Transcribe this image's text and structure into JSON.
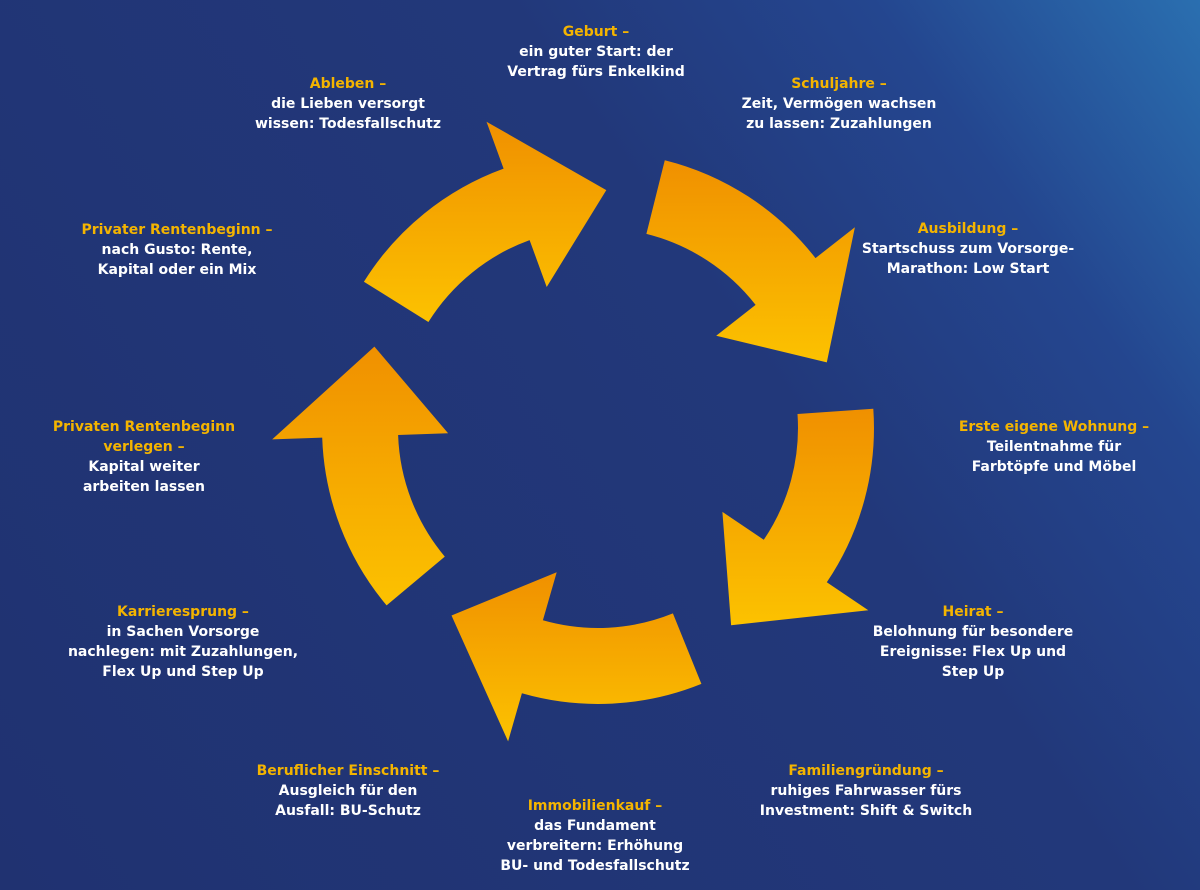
{
  "stages": [
    {
      "title": "Geburt –",
      "lines": [
        "ein guter Start: der",
        "Vertrag fürs Enkelkind"
      ]
    },
    {
      "title": "Schuljahre –",
      "lines": [
        "Zeit, Vermögen wachsen",
        "zu lassen: Zuzahlungen"
      ]
    },
    {
      "title": "Ausbildung –",
      "lines": [
        "Startschuss zum Vorsorge-",
        "Marathon: Low Start"
      ]
    },
    {
      "title": "Erste eigene Wohnung –",
      "lines": [
        "Teilentnahme für",
        "Farbtöpfe und Möbel"
      ]
    },
    {
      "title": "Heirat –",
      "lines": [
        "Belohnung für besondere",
        "Ereignisse: Flex Up und",
        "Step Up"
      ]
    },
    {
      "title": "Familiengründung –",
      "lines": [
        "ruhiges Fahrwasser fürs",
        "Investment: Shift & Switch"
      ]
    },
    {
      "title": "Immobilienkauf –",
      "lines": [
        "das Fundament",
        "verbreitern: Erhöhung",
        "BU- und Todesfallschutz"
      ]
    },
    {
      "title": "Beruflicher Einschnitt –",
      "lines": [
        "Ausgleich für den",
        "Ausfall: BU-Schutz"
      ]
    },
    {
      "title": "Karrieresprung –",
      "lines": [
        "in Sachen Vorsorge",
        "nachlegen: mit Zuzahlungen,",
        "Flex Up und Step Up"
      ]
    },
    {
      "titleLines": [
        "Privaten Rentenbeginn",
        "verlegen –"
      ],
      "lines": [
        "Kapital weiter",
        "arbeiten lassen"
      ]
    },
    {
      "title": "Privater Rentenbeginn –",
      "lines": [
        "nach Gusto: Rente,",
        "Kapital oder ein Mix"
      ]
    },
    {
      "title": "Ableben –",
      "lines": [
        "die Lieben versorgt",
        "wissen: Todesfallschutz"
      ]
    }
  ],
  "colors": {
    "arrow_light": "#fcc200",
    "arrow_dark": "#f09000",
    "title": "#f4b400",
    "text": "#ffffff"
  }
}
